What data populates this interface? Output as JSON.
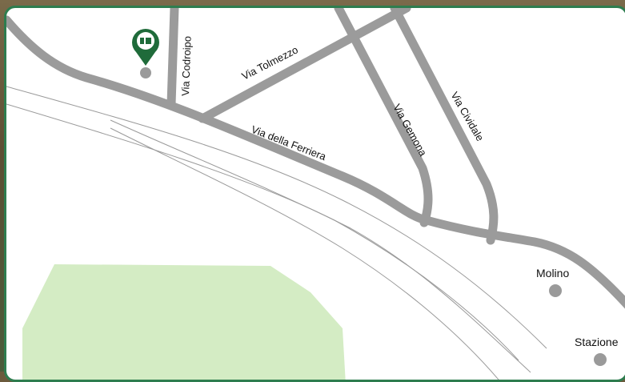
{
  "map": {
    "streets": {
      "via_codroipo": "Via Codroipo",
      "via_tolmezzo": "Via Tolmezzo",
      "via_della_ferriera": "Via della Ferriera",
      "via_gemona": "Via Gemona",
      "via_cividale": "Via Cividale"
    },
    "places": {
      "molino": "Molino",
      "stazione": "Stazione"
    },
    "marker": {
      "icon": "location-pin-icon",
      "color": "#1f6b3a"
    },
    "colors": {
      "road": "#9b9b9b",
      "rail": "#9a9a9a",
      "park": "#d4ecc4",
      "border": "#2e7d4f"
    }
  }
}
